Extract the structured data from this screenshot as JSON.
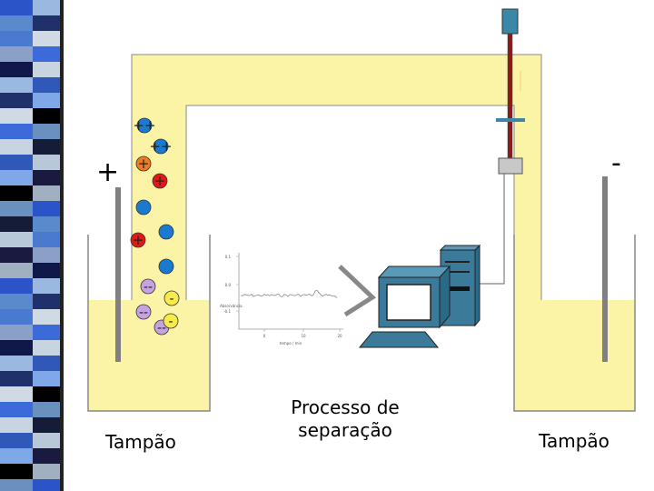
{
  "labels": {
    "left_buffer": "Tampão",
    "right_buffer": "Tampão",
    "process_line1": "Processo de",
    "process_line2": "separação",
    "positive_electrode": "+",
    "negative_electrode": "-"
  },
  "mini_chart": {
    "y_ticks": [
      "0.1",
      "0.0",
      "-0.1"
    ],
    "x_ticks": [
      "0",
      "10",
      "20"
    ],
    "xlabel": "tempo / min",
    "trace_label": "Absorvância"
  },
  "colors": {
    "buffer_fill": "#fbf3a6",
    "electrode": "#808080",
    "computer": "#3c7a99",
    "cation_blue": "#1a7ad0",
    "cation_orange": "#f07a20",
    "cation_red": "#e01818",
    "anion_purple": "#c7a2e0",
    "anion_yellow": "#f7ea4a",
    "detector_rod": "#8b1a1a",
    "lamp": "#3a87a8"
  },
  "ions": {
    "cations": [
      {
        "color": "blue",
        "charge": "++"
      },
      {
        "color": "blue",
        "charge": "++"
      },
      {
        "color": "orange",
        "charge": "+"
      },
      {
        "color": "red",
        "charge": "+"
      },
      {
        "color": "blue",
        "charge": ""
      },
      {
        "color": "blue",
        "charge": ""
      },
      {
        "color": "red",
        "charge": "+"
      },
      {
        "color": "blue",
        "charge": ""
      }
    ],
    "anions": [
      {
        "color": "purple",
        "charge": "--"
      },
      {
        "color": "yellow",
        "charge": "-"
      },
      {
        "color": "purple",
        "charge": "--"
      },
      {
        "color": "purple",
        "charge": "--"
      },
      {
        "color": "yellow",
        "charge": "-"
      }
    ]
  }
}
